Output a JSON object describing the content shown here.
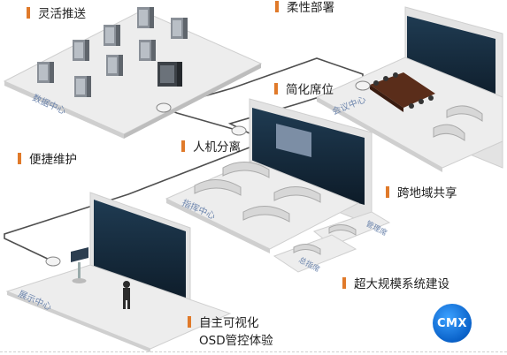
{
  "features": {
    "flexible_push": "灵活推送",
    "flexible_deploy": "柔性部署",
    "simplified_seats": "简化席位",
    "easy_maintenance": "便捷维护",
    "hmi_separation": "人机分离",
    "cross_region_sharing": "跨地域共享",
    "large_scale_build": "超大规模系统建设",
    "osd_line1": "自主可视化",
    "osd_line2": "OSD管控体验"
  },
  "areas": {
    "data_center": "数据中心",
    "meeting_center": "会议中心",
    "command_center": "指挥中心",
    "management": "管理席",
    "dispatch": "总指席",
    "exhibition_center": "展示中心"
  },
  "brand": {
    "badge": "CMX"
  },
  "colors": {
    "accent_bar": "#e07a2a",
    "network_line": "#555555",
    "platform_top": "#ececec",
    "badge_blue": "#0a62c9"
  }
}
